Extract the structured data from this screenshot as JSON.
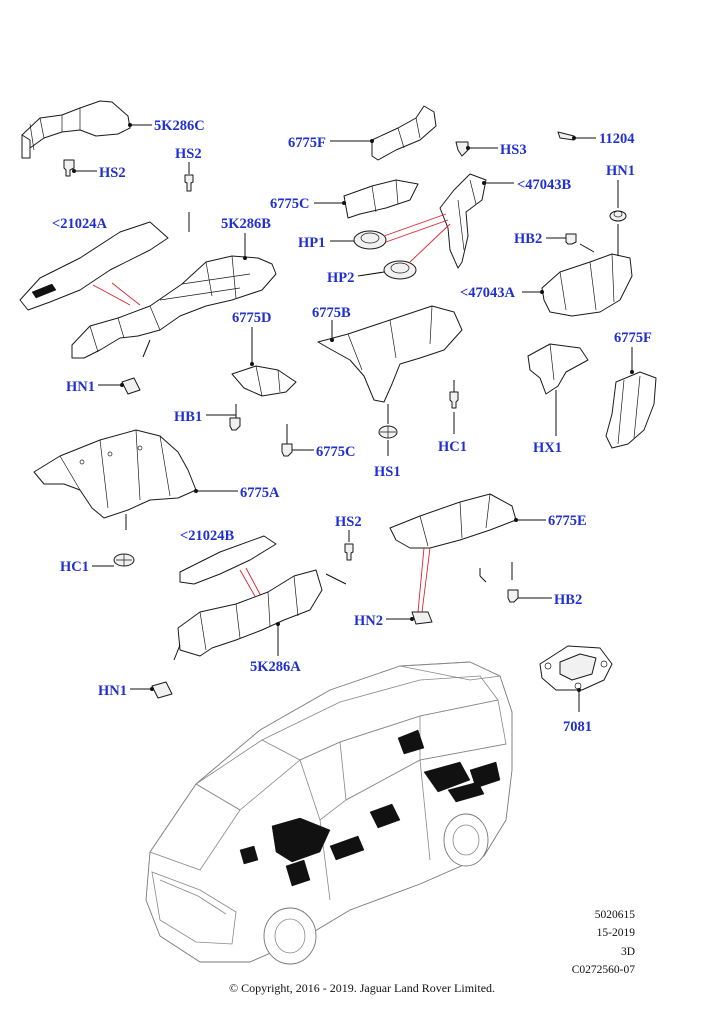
{
  "callouts": [
    {
      "id": "5k286c",
      "text": "5K286C"
    },
    {
      "id": "hs2_top_left",
      "text": "HS2"
    },
    {
      "id": "hs2_top_mid",
      "text": "HS2"
    },
    {
      "id": "6775f_top",
      "text": "6775F"
    },
    {
      "id": "hs3",
      "text": "HS3"
    },
    {
      "id": "11204",
      "text": "11204"
    },
    {
      "id": "hn1_top_right",
      "text": "HN1"
    },
    {
      "id": "47043b",
      "text": "<47043B"
    },
    {
      "id": "6775c_top",
      "text": "6775C"
    },
    {
      "id": "21024a",
      "text": "<21024A"
    },
    {
      "id": "5k286b",
      "text": "5K286B"
    },
    {
      "id": "hp1",
      "text": "HP1"
    },
    {
      "id": "hp2",
      "text": "HP2"
    },
    {
      "id": "hb2_top",
      "text": "HB2"
    },
    {
      "id": "47043a",
      "text": "<47043A"
    },
    {
      "id": "6775d",
      "text": "6775D"
    },
    {
      "id": "6775b",
      "text": "6775B"
    },
    {
      "id": "6775f_right",
      "text": "6775F"
    },
    {
      "id": "hn1_left",
      "text": "HN1"
    },
    {
      "id": "hb1",
      "text": "HB1"
    },
    {
      "id": "hx1",
      "text": "HX1"
    },
    {
      "id": "6775c_right",
      "text": "6775C"
    },
    {
      "id": "hs1",
      "text": "HS1"
    },
    {
      "id": "hc1_mid",
      "text": "HC1"
    },
    {
      "id": "6775a",
      "text": "6775A"
    },
    {
      "id": "hs2_mid",
      "text": "HS2"
    },
    {
      "id": "6775e",
      "text": "6775E"
    },
    {
      "id": "hc1_left",
      "text": "HC1"
    },
    {
      "id": "21024b",
      "text": "<21024B"
    },
    {
      "id": "hb2_right",
      "text": "HB2"
    },
    {
      "id": "hn2",
      "text": "HN2"
    },
    {
      "id": "5k286a",
      "text": "5K286A"
    },
    {
      "id": "hn1_bottom",
      "text": "HN1"
    },
    {
      "id": "7081",
      "text": "7081"
    }
  ],
  "meta": {
    "code": "5020615",
    "date": "15-2019",
    "view": "3D",
    "ref": "C0272560-07"
  },
  "copyright": "© Copyright, 2016 - 2019. Jaguar Land Rover Limited.",
  "colors": {
    "callout_text": "#1f2fd0",
    "red_leader": "#e0202a",
    "line": "#1a1a1a"
  }
}
